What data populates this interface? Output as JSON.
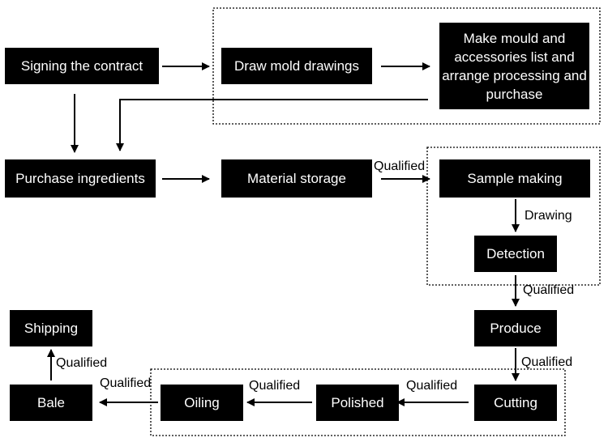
{
  "nodes": {
    "signing": "Signing the contract",
    "draw": "Draw mold drawings",
    "make_mould": "Make mould and accessories list and arrange processing and purchase",
    "purchase": "Purchase ingredients",
    "storage": "Material storage",
    "sample": "Sample making",
    "detection": "Detection",
    "produce": "Produce",
    "shipping": "Shipping",
    "bale": "Bale",
    "oiling": "Oiling",
    "polished": "Polished",
    "cutting": "Cutting"
  },
  "edge_labels": {
    "storage_to_sample": "Qualified",
    "sample_to_detection": "Drawing",
    "detection_to_produce": "Qualified",
    "produce_to_cutting": "Qualified",
    "cutting_to_polished": "Qualified",
    "polished_to_oiling": "Qualified",
    "oiling_to_bale": "Qualified",
    "bale_to_shipping": "Qualified"
  }
}
